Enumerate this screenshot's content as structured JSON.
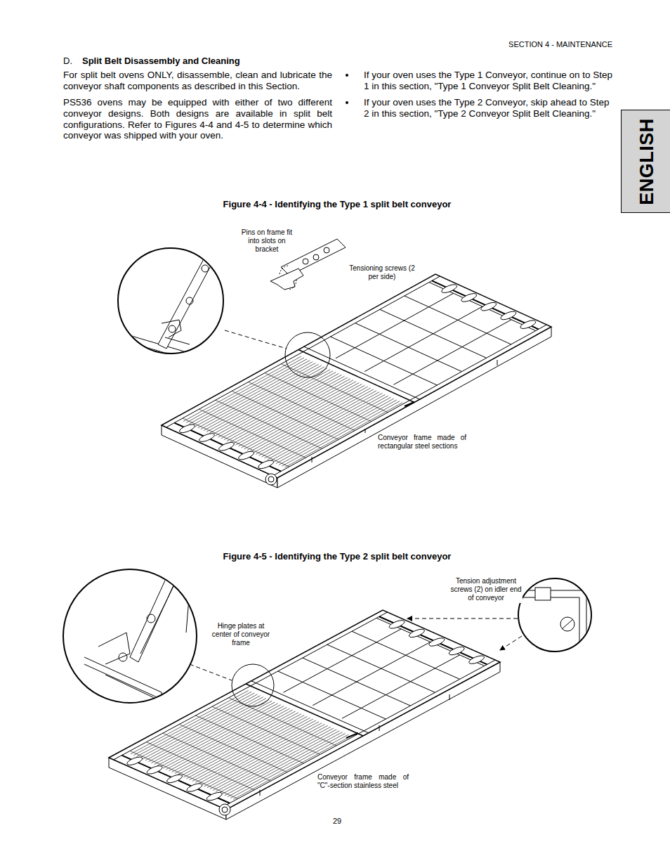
{
  "diagram": {
    "nodes": [
      {
        "text": [
          "ENGLISH"
        ]
      }
    ],
    "labels": [
      "SECTION 4 - MAINTENANCE",
      "D.",
      "Split Belt Disassembly and Cleaning",
      "For split belt ovens ONLY, disassemble, clean and lubricate the conveyor shaft components as described in this Section.",
      "PS536 ovens may be equipped with either of two different conveyor designs. Both designs are available in split belt configurations. Refer to Figures 4-4 and 4-5 to determine which conveyor was shipped with your oven.",
      "If your oven uses the Type 1 Conveyor, continue on to Step 1 in this section, \"Type 1 Conveyor Split Belt Cleaning.\"",
      "If your oven uses the Type 2 Conveyor, skip ahead to Step 2 in this section, \"Type 2 Conveyor Split Belt Cleaning.\"",
      "Figure 4-4 - Identifying the Type 1 split belt conveyor",
      "Pins on frame fit into slots on bracket",
      "Tensioning screws (2 per side)",
      "Conveyor frame made of rectangular steel sections",
      "Figure 4-5 - Identifying the Type 2 split belt conveyor",
      "Tension adjustment screws (2) on idler end of conveyor",
      "Hinge plates at center of conveyor frame",
      "Conveyor frame made of \"C\"-section stainless steel",
      "29"
    ]
  }
}
